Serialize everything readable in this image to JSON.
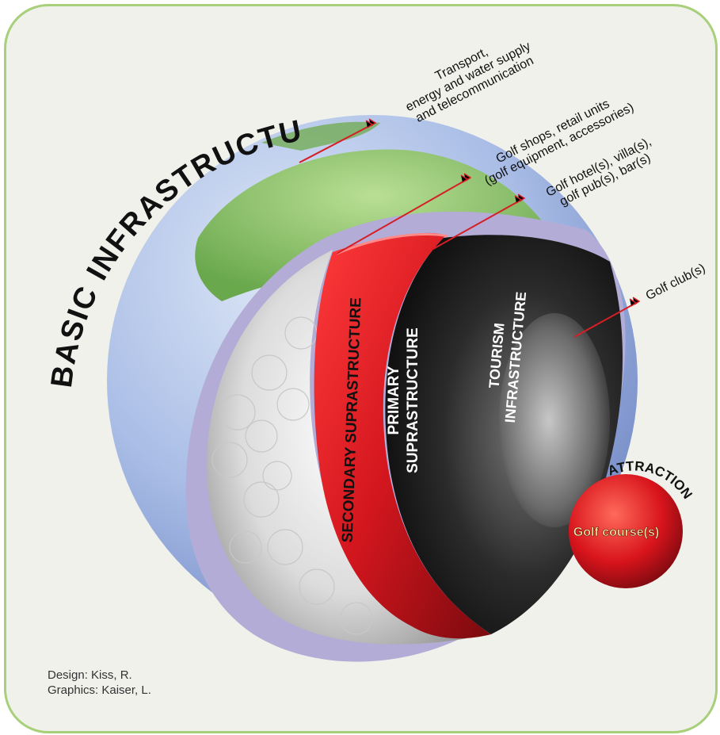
{
  "diagram": {
    "basic_infrastructure": "BASIC INFRASTRUCTURE",
    "secondary_suprastructure": "SECONDARY SUPRASTRUCTURE",
    "primary_suprastructure": [
      "PRIMARY",
      "SUPRASTRUCTURE"
    ],
    "tourism_infrastructure": [
      "TOURISM",
      "INFRASTRUCTURE"
    ],
    "attraction": "ATTRACTION",
    "golf_course": "Golf course(s)",
    "callouts": {
      "transport": [
        "Transport,",
        "energy and water supply",
        "and telecommunication"
      ],
      "golf_shops": [
        "Golf shops, retail units",
        "(golf equipment, accessories)"
      ],
      "golf_hotel": [
        "Golf hotel(s), villa(s),",
        "golf pub(s), bar(s)"
      ],
      "golf_club": [
        "Golf club(s)"
      ]
    }
  },
  "credits": {
    "design": "Design: Kiss, R.",
    "graphics": "Graphics: Kaiser, L."
  },
  "colors": {
    "frame": "#a8cf7a",
    "background": "#f1f1ec",
    "accent_red": "#d61e26",
    "globe_blue": "#8fa6d6",
    "land_green": "#7cbf4e"
  }
}
